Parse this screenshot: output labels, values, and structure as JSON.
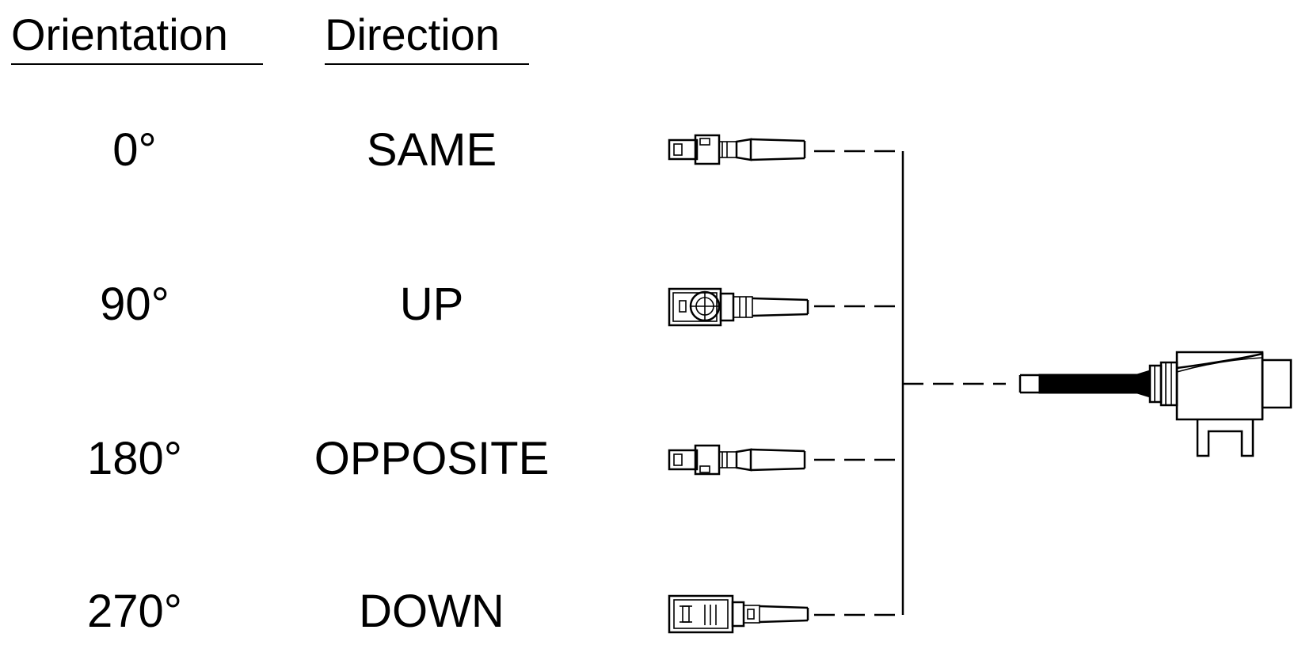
{
  "headers": {
    "orientation": "Orientation",
    "direction": "Direction"
  },
  "rows": [
    {
      "orientation": "0°",
      "direction": "SAME"
    },
    {
      "orientation": "90°",
      "direction": "UP"
    },
    {
      "orientation": "180°",
      "direction": "OPPOSITE"
    },
    {
      "orientation": "270°",
      "direction": "DOWN"
    }
  ]
}
